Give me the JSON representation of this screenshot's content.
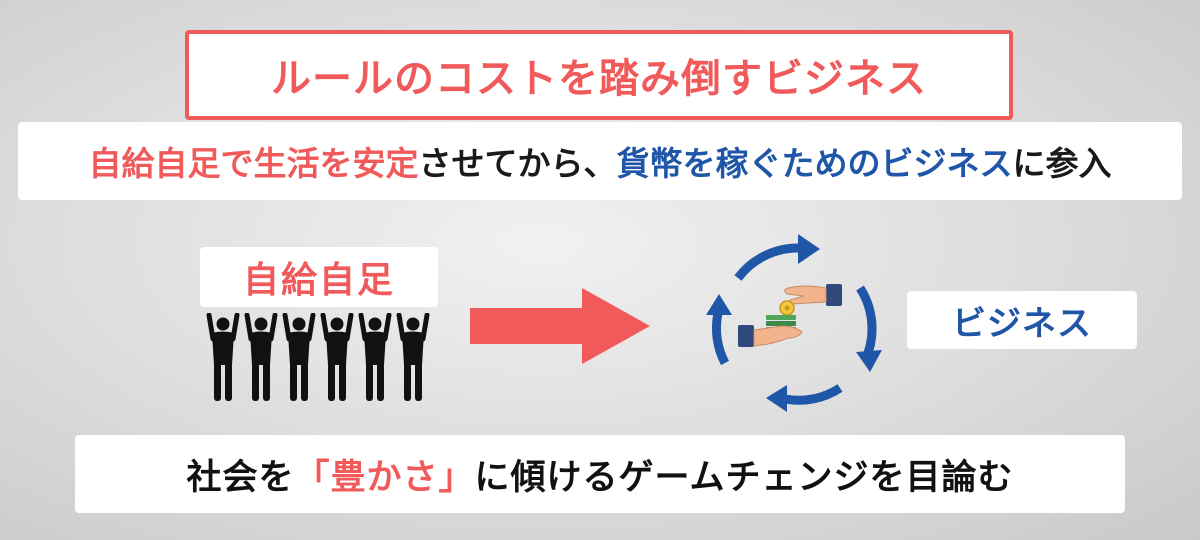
{
  "title": "ルールのコストを踏み倒すビジネス",
  "subtitle": {
    "part1": "自給自足で生活を安定",
    "part2": "させてから、",
    "part3": "貨幣を稼ぐためのビジネス",
    "part4": "に参入"
  },
  "left_label": "自給自足",
  "right_label": "ビジネス",
  "bottom": {
    "part1": "社会を",
    "part2": "「豊かさ」",
    "part3": "に傾けるゲームチェンジを目論む"
  },
  "colors": {
    "accent_red": "#f05a5a",
    "accent_blue": "#1f56a8",
    "people": "#111111"
  },
  "icons": {
    "people": "group-people-arms-raised-icon",
    "arrow": "right-arrow-icon",
    "cycle": "circular-arrows-money-exchange-icon"
  }
}
